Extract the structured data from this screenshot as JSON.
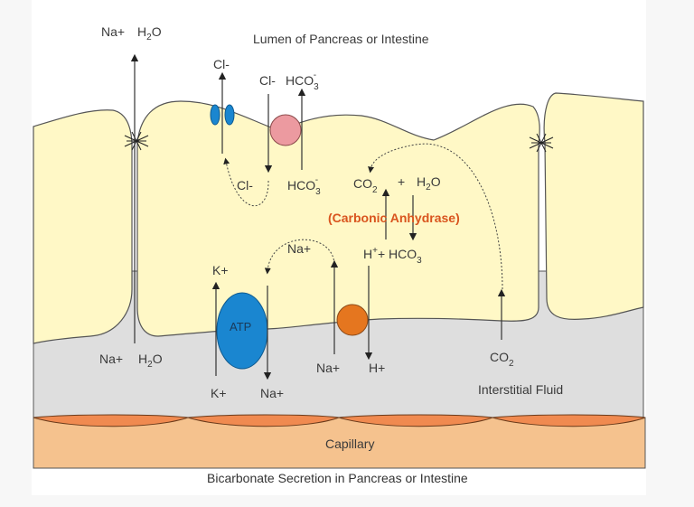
{
  "title": "Bicarbonate Secretion in Pancreas or Intestine",
  "regions": {
    "lumen": "Lumen of Pancreas or Intestine",
    "interstitial": "Interstitial Fluid",
    "capillary": "Capillary"
  },
  "colors": {
    "cell_fill": "#fff8c6",
    "interstitial_fill": "#dedede",
    "capillary_fill": "#f5c28e",
    "endothelium_fill": "#f08a50",
    "cftr_channel": "#1a86d0",
    "exchanger": "#ec9aa0",
    "na_k_atpase": "#1a86d0",
    "na_h_exchanger": "#e5761f",
    "enzyme_text": "#d9541e"
  },
  "labels": {
    "top_na": "Na+",
    "top_h2o_h": "H",
    "top_h2o_sub": "2",
    "top_h2o_o": "O",
    "cl_out": "Cl-",
    "exch_cl": "Cl-",
    "exch_hco3": "HCO",
    "exch_hco3_sub": "3",
    "exch_hco3_sup": "-",
    "cell_cl": "Cl-",
    "cell_hco3": "HCO",
    "cell_hco3_sub": "3",
    "cell_hco3_sup": "-",
    "co2": "CO",
    "co2_sub": "2",
    "plus": "+",
    "h2o": "H",
    "h2o_sub": "2",
    "h2o_o": "O",
    "enzyme": "(Carbonic Anhydrase)",
    "h_plus": "H",
    "h_plus_sup": "+",
    "plus_hco3": "+ HCO",
    "plus_hco3_sub": "3",
    "na_cycle": "Na+",
    "k_in": "K+",
    "atp": "ATP",
    "bottom_na": "Na+",
    "bottom_h2o_h": "H",
    "bottom_h2o_sub": "2",
    "bottom_h2o_o": "O",
    "k_out": "K+",
    "na_out": "Na+",
    "nhe_na": "Na+",
    "nhe_h": "H+",
    "co2_blood": "CO",
    "co2_blood_sub": "2"
  }
}
